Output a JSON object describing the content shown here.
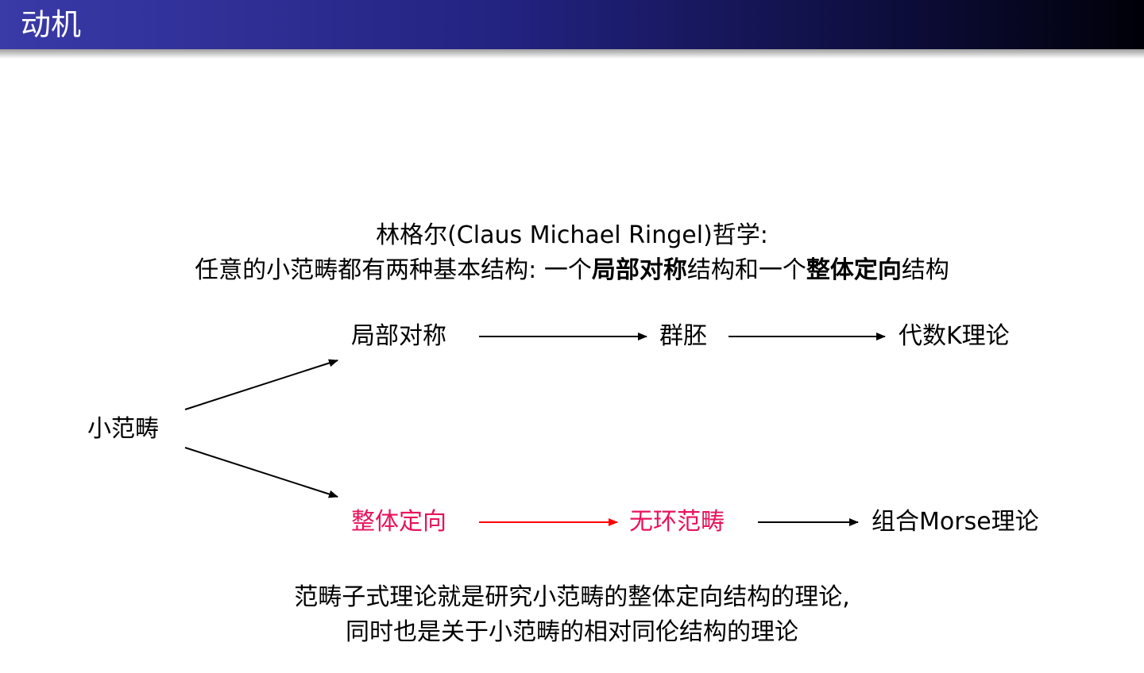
{
  "slide": {
    "title": "动机"
  },
  "philosophy": {
    "heading": "林格尔(Claus Michael Ringel)哲学:",
    "statement_part1": "任意的小范畴都有两种基本结构: 一个",
    "statement_bold1": "局部对称",
    "statement_part2": "结构和一个",
    "statement_bold2": "整体定向",
    "statement_part3": "结构"
  },
  "diagram": {
    "source": "小范畴",
    "top_row": [
      "局部对称",
      "群胚",
      "代数K理论"
    ],
    "bottom_row": [
      "整体定向",
      "无环范畴",
      "组合Morse理论"
    ],
    "colors": {
      "accent_text": "#e8135a",
      "accent_arrow": "#ff0000",
      "default": "#000000"
    }
  },
  "conclusion": {
    "line1": "范畴子式理论就是研究小范畴的整体定向结构的理论,",
    "line2": "同时也是关于小范畴的相对同伦结构的理论"
  }
}
